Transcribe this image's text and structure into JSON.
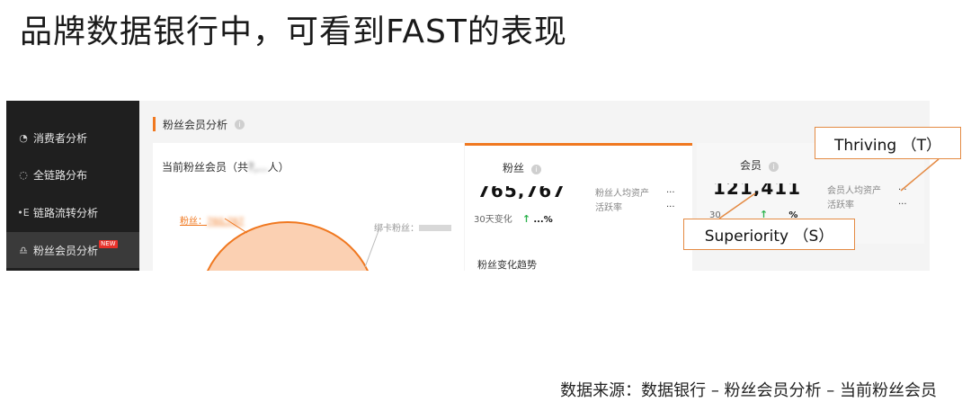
{
  "slide": {
    "title": "品牌数据银行中，可看到FAST的表现",
    "source": "数据来源：数据银行 – 粉丝会员分析 – 当前粉丝会员"
  },
  "sidebar": {
    "items": [
      {
        "icon": "◔",
        "icon_name": "clock-icon",
        "label": "消费者分析"
      },
      {
        "icon": "◌",
        "icon_name": "loop-icon",
        "label": "全链路分布"
      },
      {
        "icon": "•E",
        "icon_name": "flow-icon",
        "label": "链路流转分析"
      },
      {
        "icon": "♎",
        "icon_name": "users-icon",
        "label": "粉丝会员分析",
        "badge": "NEW"
      }
    ]
  },
  "section": {
    "title": "粉丝会员分析",
    "info": "i"
  },
  "left_card": {
    "title": "当前粉丝会员（共",
    "title_masked": "?,...",
    "title_end": "人）",
    "fans_label": "粉丝：",
    "fans_value": "760,767",
    "bound_label": "绑卡粉丝："
  },
  "fans_card": {
    "title": "粉丝",
    "big_value": "765,767",
    "change_label": "30天变化",
    "change_arrow": "↑",
    "change_value": "...",
    "change_unit": "%",
    "asset_label": "粉丝人均资产",
    "asset_value": "...",
    "active_label": "活跃率",
    "active_value": "...",
    "trend_title": "粉丝变化趋势"
  },
  "members_card": {
    "title": "会员",
    "big_value": "121,411",
    "change_label": "30",
    "change_arrow": "↑",
    "change_unit": "%",
    "asset_label": "会员人均资产",
    "asset_value": "...",
    "active_label": "活跃率",
    "active_value": "..."
  },
  "callouts": {
    "thriving": "Thriving （T）",
    "superiority": "Superiority （S）"
  },
  "colors": {
    "accent": "#f07820",
    "pie_fill": "#fbd0b2",
    "pie_stroke": "#f07820",
    "sidebar_bg": "#1f1f1f",
    "up_green": "#2bb24c",
    "callout_border": "#e48a43"
  }
}
